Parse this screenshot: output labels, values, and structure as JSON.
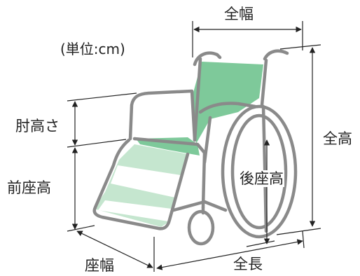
{
  "unit": "(単位:cm)",
  "dimensions": {
    "overall_width": "全幅",
    "overall_height": "全高",
    "armrest_height": "肘高さ",
    "front_seat_height": "前座高",
    "rear_seat_height": "後座高",
    "seat_width": "座幅",
    "overall_length": "全長"
  },
  "colors": {
    "frame": "#8a8a8a",
    "seat_fabric": "#7ec99a",
    "seat_fabric_light": "#c5e6cf",
    "dimension_line": "#222222"
  }
}
